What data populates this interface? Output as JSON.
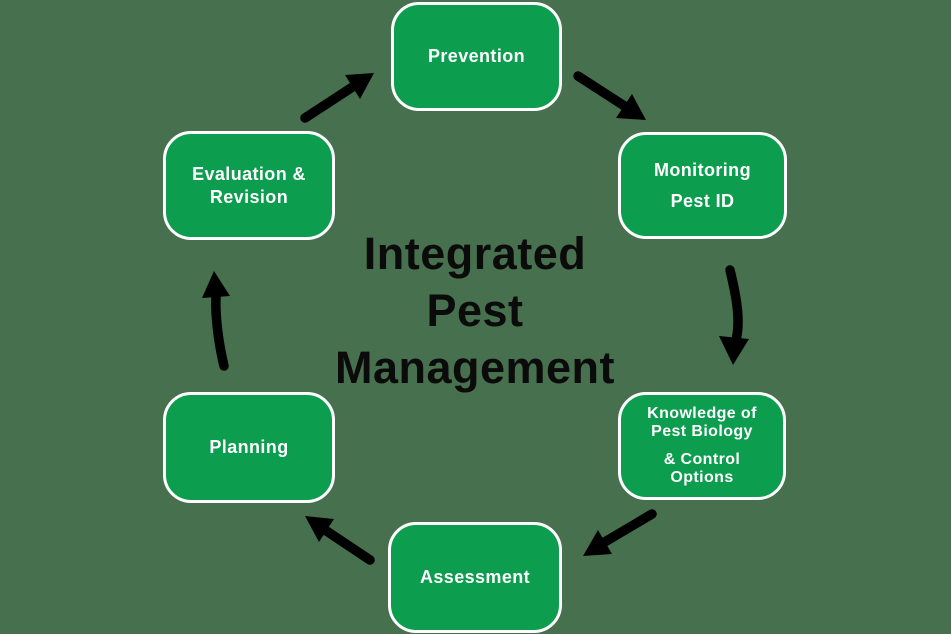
{
  "diagram": {
    "title": {
      "line1": "Integrated",
      "line2": "Pest",
      "line3": "Management"
    },
    "nodes": {
      "prevention": {
        "label": "Prevention"
      },
      "monitoring": {
        "line1": "Monitoring",
        "line2": "Pest ID"
      },
      "knowledge": {
        "para1": "Knowledge of Pest Biology",
        "para2": "& Control Options"
      },
      "assessment": {
        "label": "Assessment"
      },
      "planning": {
        "label": "Planning"
      },
      "evaluation": {
        "label": "Evaluation & Revision"
      }
    }
  },
  "colors": {
    "background": "#47714E",
    "node_fill": "#0C9D4F",
    "node_border": "#FFFFFF",
    "node_text": "#FFFFFF",
    "title_text": "#0B0B0B",
    "arrow": "#000000"
  }
}
